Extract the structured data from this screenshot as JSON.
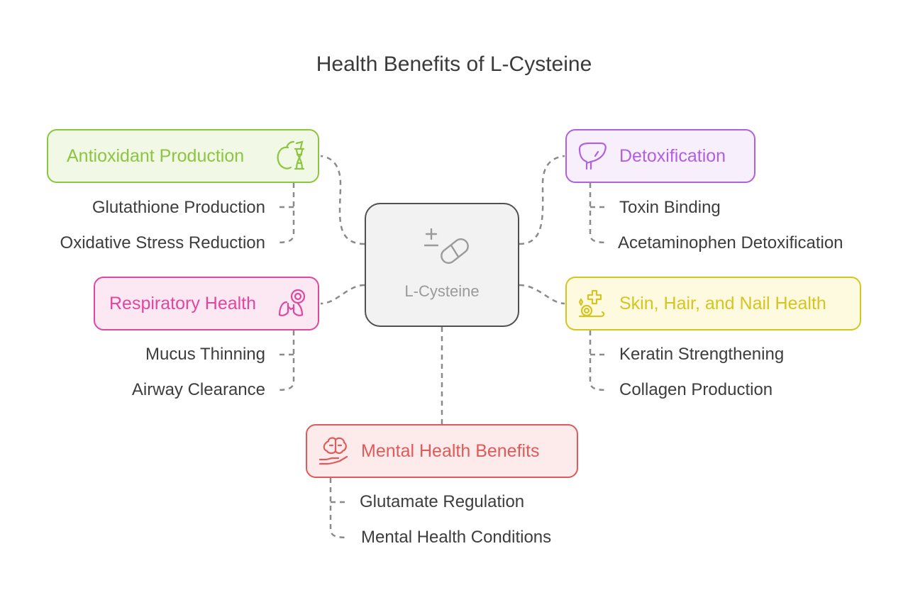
{
  "title": "Health Benefits of L-Cysteine",
  "center": {
    "label": "L-Cysteine",
    "icon": "pill-plus-minus-icon"
  },
  "branches": {
    "antioxidant": {
      "label": "Antioxidant Production",
      "icon": "apple-dna-icon",
      "color": "#8cc63f",
      "fill": "#f2f8e6",
      "items": [
        "Glutathione Production",
        "Oxidative Stress Reduction"
      ]
    },
    "detox": {
      "label": "Detoxification",
      "icon": "liver-icon",
      "color": "#b25fe0",
      "fill": "#f8effc",
      "items": [
        "Toxin Binding",
        "Acetaminophen Detoxification"
      ]
    },
    "respiratory": {
      "label": "Respiratory Health",
      "icon": "lungs-icon",
      "color": "#e0479e",
      "fill": "#fbe8f3",
      "items": [
        "Mucus Thinning",
        "Airway Clearance"
      ]
    },
    "skin": {
      "label": "Skin, Hair, and Nail Health",
      "icon": "snail-sparkle-icon",
      "color": "#d6c420",
      "fill": "#fdfae0",
      "items": [
        "Keratin Strengthening",
        "Collagen Production"
      ]
    },
    "mental": {
      "label": "Mental Health Benefits",
      "icon": "brain-hand-icon",
      "color": "#e05a5a",
      "fill": "#fcebea",
      "items": [
        "Glutamate Regulation",
        "Mental Health Conditions"
      ]
    }
  }
}
